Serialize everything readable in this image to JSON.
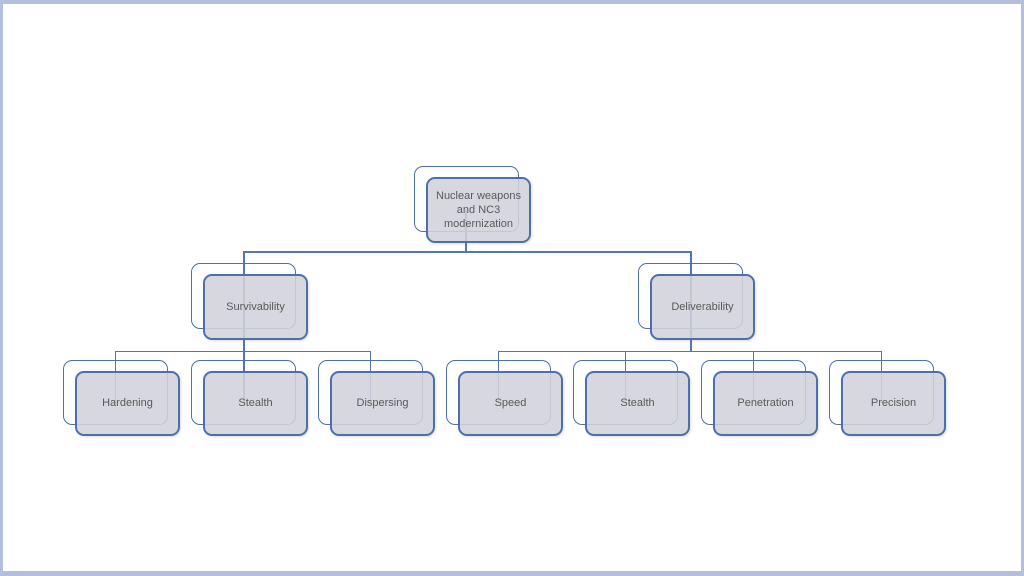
{
  "slide": {
    "background_color": "#ffffff",
    "frame_color": "#b2c0de"
  },
  "diagram": {
    "type": "hierarchy",
    "root": {
      "label": "Nuclear weapons and NC3 modernization"
    },
    "branches": [
      {
        "label": "Survivability",
        "children": [
          "Hardening",
          "Stealth",
          "Dispersing"
        ]
      },
      {
        "label": "Deliverability",
        "children": [
          "Speed",
          "Stealth",
          "Penetration",
          "Precision"
        ]
      }
    ],
    "style": {
      "node_border_color": "#4e70aa",
      "node_fill_color": "rgba(209,211,219,0.88)",
      "text_color": "#595959",
      "connector_color": "#5474b2"
    }
  }
}
